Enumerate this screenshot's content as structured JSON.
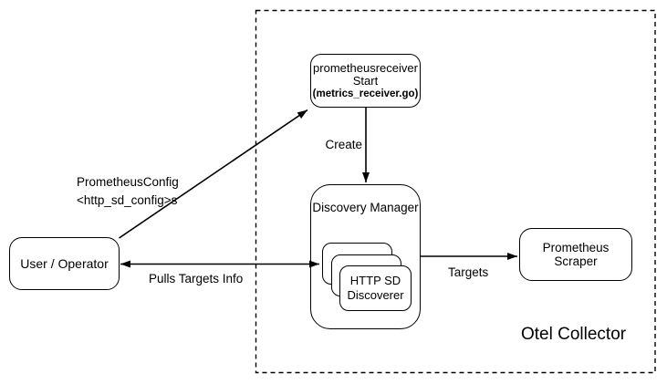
{
  "diagram": {
    "boundary": {
      "label": "Otel Collector"
    },
    "nodes": {
      "user_operator": {
        "label": "User / Operator"
      },
      "prometheus_receiver": {
        "line1": "prometheusreceiver",
        "line2": "Start",
        "line3": "(metrics_receiver.go)"
      },
      "discovery_manager": {
        "label": "Discovery Manager"
      },
      "http_sd_discoverer": {
        "line1": "HTTP SD",
        "line2": "Discoverer"
      },
      "prometheus_scraper": {
        "label": "Prometheus Scraper"
      }
    },
    "edges": {
      "prometheus_config": {
        "line1": "PrometheusConfig",
        "line2": "<http_sd_config>s"
      },
      "create": {
        "label": "Create"
      },
      "pulls_targets_info": {
        "label": "Pulls Targets Info"
      },
      "targets": {
        "label": "Targets"
      }
    },
    "colors": {
      "stroke": "#000000",
      "background": "#ffffff"
    }
  }
}
